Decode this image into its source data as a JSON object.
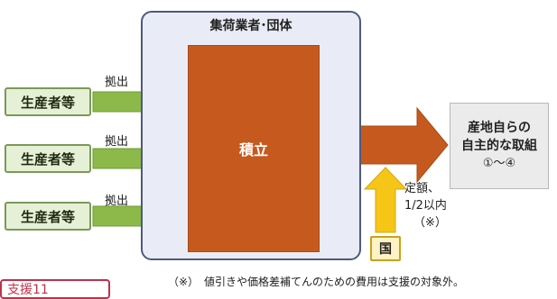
{
  "producers": [
    {
      "label": "生産者等",
      "flow_label": "拠出"
    },
    {
      "label": "生産者等",
      "flow_label": "拠出"
    },
    {
      "label": "生産者等",
      "flow_label": "拠出"
    }
  ],
  "group": {
    "title": "集荷業者･団体",
    "fund_label": "積立"
  },
  "result": {
    "line1": "産地自らの",
    "line2": "自主的な取組",
    "line3": "①～④"
  },
  "government": {
    "label": "国",
    "subsidy_line1": "定額、",
    "subsidy_line2": "1/2以内",
    "subsidy_line3": "（※）"
  },
  "footnote": "（※）　値引きや価格差補てんのための費用は支援の対象外。",
  "tag_label": "支援11",
  "colors": {
    "producer_fill": "#e6f0d6",
    "producer_border": "#7a9a57",
    "green_arrow": "#8cb94a",
    "orange_block": "#c65a1e",
    "group_fill": "#e9ecf6",
    "group_border": "#4d5a80",
    "yellow_arrow": "#f5c518",
    "tag_red": "#c0304a"
  }
}
